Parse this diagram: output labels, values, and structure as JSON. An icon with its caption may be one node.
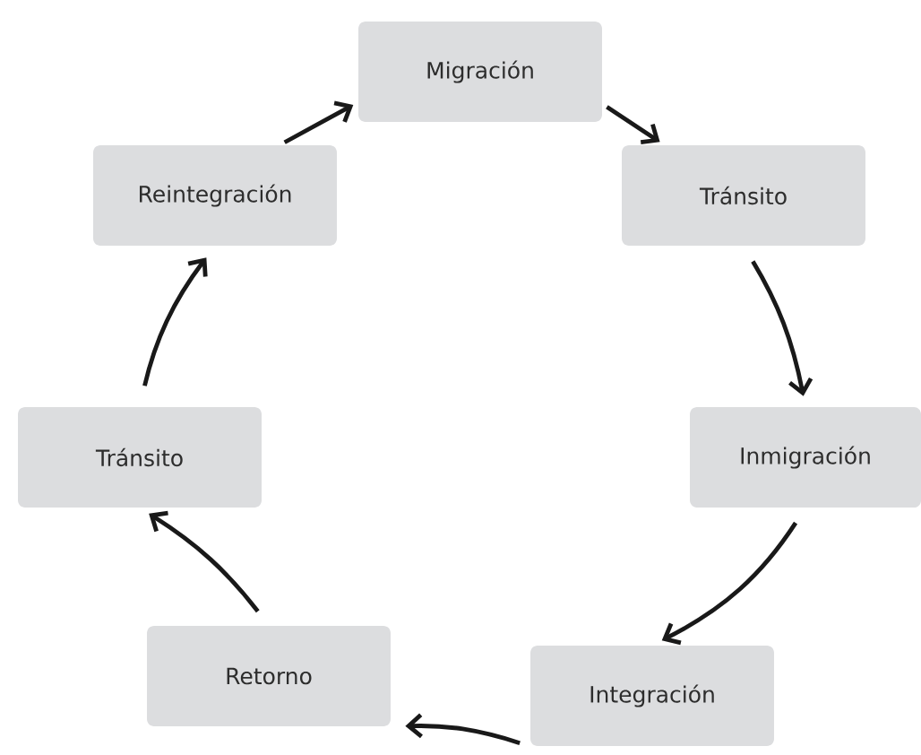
{
  "diagram": {
    "nodes": [
      {
        "text": [
          "Migración"
        ]
      },
      {
        "text": [
          "Tránsito"
        ]
      },
      {
        "text": [
          "Inmigración"
        ]
      },
      {
        "text": [
          "Integración"
        ]
      },
      {
        "text": [
          "Retorno"
        ]
      },
      {
        "text": [
          "Tránsito"
        ]
      },
      {
        "text": [
          "Reintegración"
        ]
      }
    ],
    "edges": [
      {
        "from": 6,
        "to": 0,
        "arrow": "to"
      },
      {
        "from": 0,
        "to": 1,
        "arrow": "to"
      },
      {
        "from": 1,
        "to": 2,
        "arrow": "to"
      },
      {
        "from": 2,
        "to": 3,
        "arrow": "to"
      },
      {
        "from": 3,
        "to": 4,
        "arrow": "to"
      },
      {
        "from": 4,
        "to": 5,
        "arrow": "to"
      },
      {
        "from": 5,
        "to": 6,
        "arrow": "to"
      }
    ]
  }
}
